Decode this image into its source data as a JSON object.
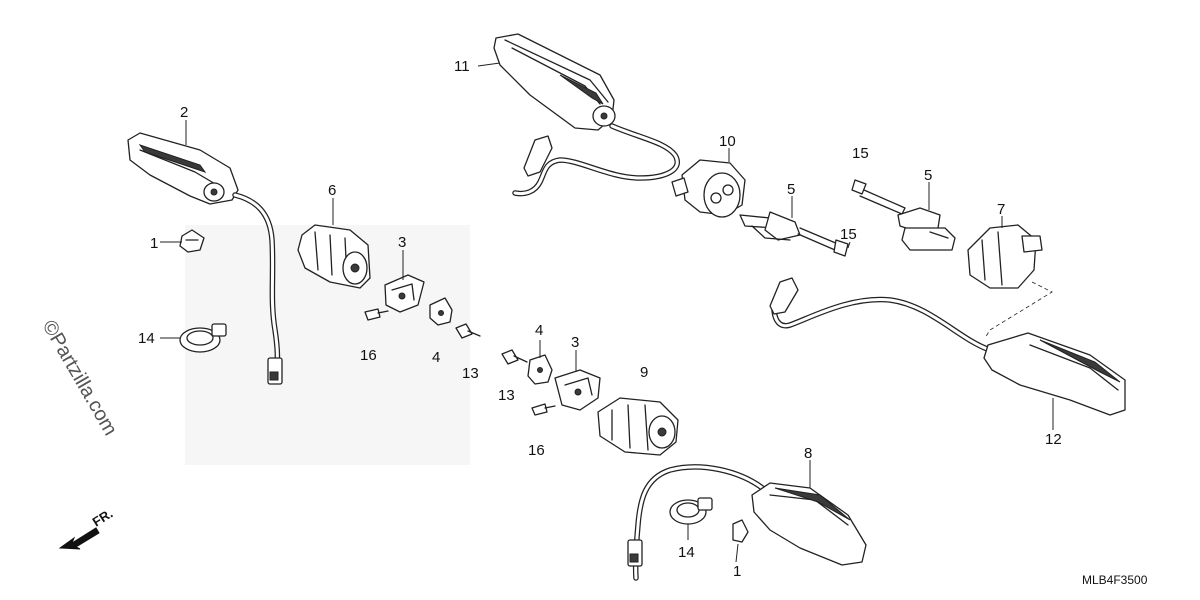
{
  "watermark": {
    "text": "©Partzilla.com"
  },
  "diagram_code": "MLB4F3500",
  "front_indicator": {
    "label": "FR."
  },
  "callouts": {
    "c1a": "1",
    "c1b": "1",
    "c2": "2",
    "c3a": "3",
    "c3b": "3",
    "c4a": "4",
    "c4b": "4",
    "c5a": "5",
    "c5b": "5",
    "c6": "6",
    "c7": "7",
    "c8": "8",
    "c9": "9",
    "c10": "10",
    "c11": "11",
    "c12": "12",
    "c13a": "13",
    "c13b": "13",
    "c14a": "14",
    "c14b": "14",
    "c15a": "15",
    "c15b": "15",
    "c16a": "16",
    "c16b": "16"
  }
}
